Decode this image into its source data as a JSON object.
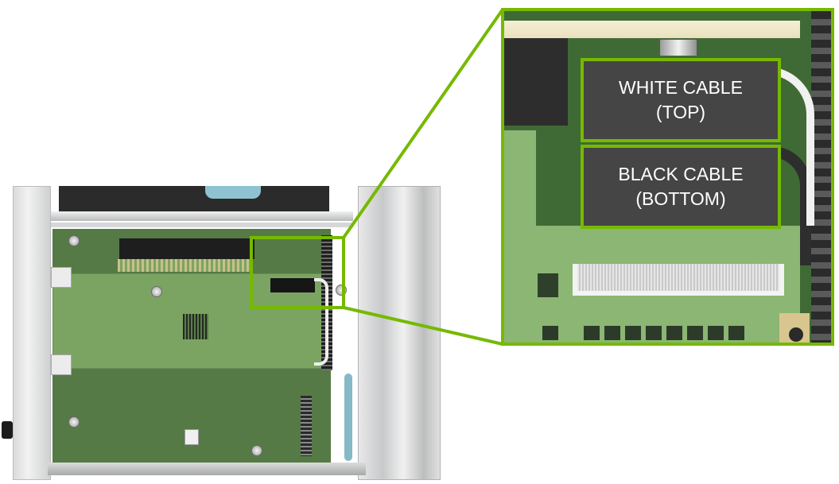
{
  "figure": {
    "description": "Top-down view of server chassis with riser card; callout magnifies cable connector area",
    "accent_color": "#76b900",
    "label_background": "#454545",
    "label_text_color": "#ffffff"
  },
  "callout": {
    "labels": [
      {
        "line1": "WHITE CABLE",
        "line2": "(TOP)"
      },
      {
        "line1": "BLACK CABLE",
        "line2": "(BOTTOM)"
      }
    ]
  }
}
